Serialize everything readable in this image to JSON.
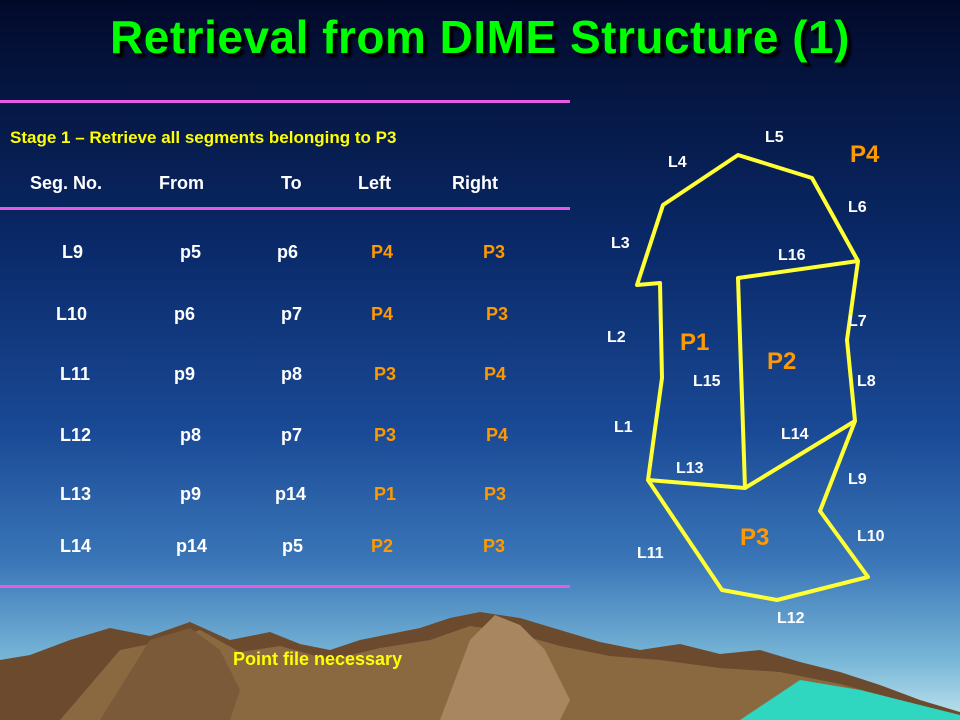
{
  "title": "Retrieval from DIME Structure (1)",
  "stage_heading": "Stage 1 – Retrieve all segments belonging to P3",
  "columns": [
    "Seg. No.",
    "From",
    "To",
    "Left",
    "Right"
  ],
  "rows": [
    {
      "seg": "L9",
      "from": "p5",
      "to": "p6",
      "left": "P4",
      "right": "P3"
    },
    {
      "seg": "L10",
      "from": "p6",
      "to": "p7",
      "left": "P4",
      "right": "P3"
    },
    {
      "seg": "L11",
      "from": "p9",
      "to": "p8",
      "left": "P3",
      "right": "P4"
    },
    {
      "seg": "L12",
      "from": "p8",
      "to": "p7",
      "left": "P3",
      "right": "P4"
    },
    {
      "seg": "L13",
      "from": "p9",
      "to": "p14",
      "left": "P1",
      "right": "P3"
    },
    {
      "seg": "L14",
      "from": "p14",
      "to": "p5",
      "left": "P2",
      "right": "P3"
    }
  ],
  "footnote": "Point file necessary",
  "diagram": {
    "segment_labels": [
      "L1",
      "L2",
      "L3",
      "L4",
      "L5",
      "L6",
      "L7",
      "L8",
      "L9",
      "L10",
      "L11",
      "L12",
      "L13",
      "L14",
      "L15",
      "L16"
    ],
    "polygon_labels": [
      "P1",
      "P2",
      "P3",
      "P4"
    ],
    "line_color": "#ffff33",
    "segment_label_color": "#ffffff",
    "polygon_label_color": "#ff9900"
  }
}
